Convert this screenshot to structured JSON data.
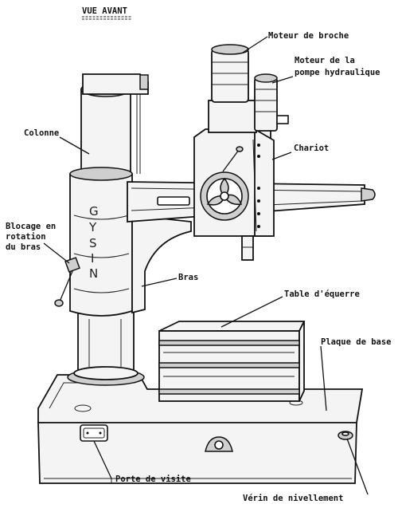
{
  "title": "VUE AVANT",
  "brand": [
    "G",
    "Y",
    "S",
    "I",
    "N"
  ],
  "labels": {
    "moteur_broche": "Moteur de broche",
    "moteur_pompe_1": "Moteur de la",
    "moteur_pompe_2": "pompe hydraulique",
    "colonne": "Colonne",
    "chariot": "Chariot",
    "blocage_1": "Blocage en",
    "blocage_2": "rotation",
    "blocage_3": "du bras",
    "bras": "Bras",
    "table": "Table d'équerre",
    "plaque": "Plaque de base",
    "porte": "Porte de visite",
    "verin": "Vérin de nivellement"
  }
}
